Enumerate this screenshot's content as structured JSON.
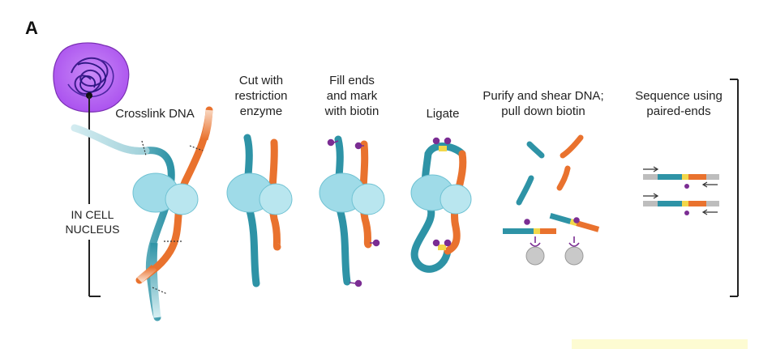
{
  "panel_letter": "A",
  "location_label": "IN CELL\nNUCLEUS",
  "steps": [
    {
      "label": "Crosslink DNA"
    },
    {
      "label": "Cut with\nrestriction\nenzyme"
    },
    {
      "label": "Fill ends\nand mark\nwith biotin"
    },
    {
      "label": "Ligate"
    },
    {
      "label": "Purify and shear DNA;\npull down biotin"
    },
    {
      "label": "Sequence using\npaired-ends"
    }
  ],
  "colors": {
    "dna_teal": "#2e93a6",
    "dna_orange": "#e9722e",
    "protein": "#9fdbe8",
    "biotin": "#7b2d93",
    "nucleus": "#b45cf0",
    "bead": "#c9c9c9",
    "yellow_junction": "#f2d74a",
    "highlight": "#fdfbd2"
  }
}
